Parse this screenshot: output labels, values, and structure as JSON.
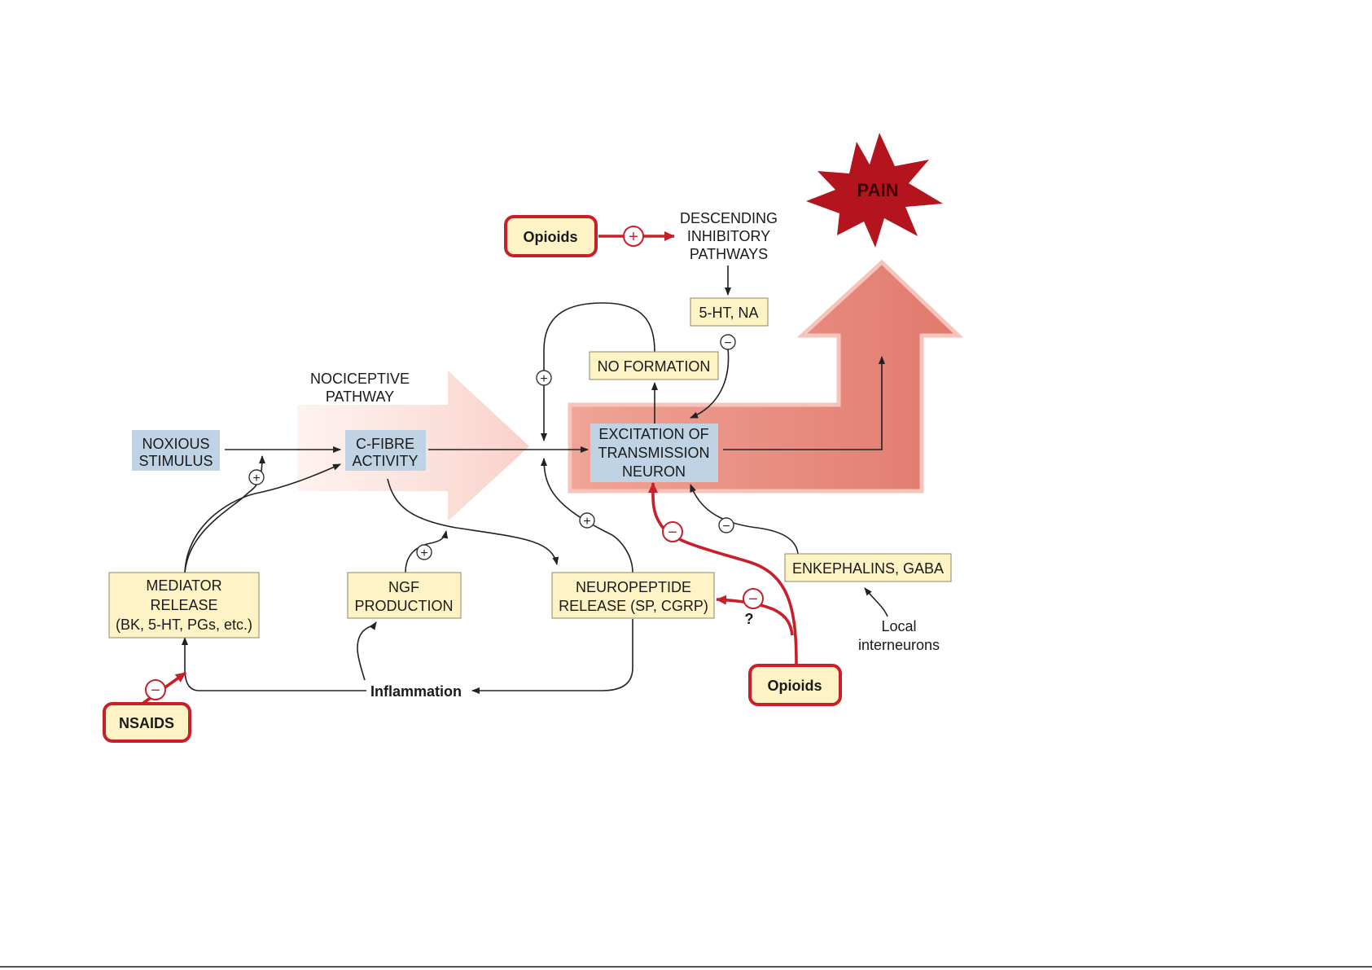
{
  "nodes": {
    "noxious": [
      "NOXIOUS",
      "STIMULUS"
    ],
    "cfibre": [
      "C-FIBRE",
      "ACTIVITY"
    ],
    "excitation": [
      "EXCITATION OF",
      "TRANSMISSION",
      "NEURON"
    ],
    "mediator": [
      "MEDIATOR",
      "RELEASE",
      "(BK, 5-HT, PGs, etc.)"
    ],
    "ngf": [
      "NGF",
      "PRODUCTION"
    ],
    "neuropeptide": [
      "NEUROPEPTIDE",
      "RELEASE (SP, CGRP)"
    ],
    "enkephalins": "ENKEPHALINS, GABA",
    "no_formation": "NO FORMATION",
    "ht_na": "5-HT, NA"
  },
  "labels": {
    "nociceptive": [
      "NOCICEPTIVE",
      "PATHWAY"
    ],
    "descending": [
      "DESCENDING",
      "INHIBITORY",
      "PATHWAYS"
    ],
    "local": [
      "Local",
      "interneurons"
    ],
    "inflammation": "Inflammation",
    "question": "?",
    "pain": "PAIN"
  },
  "drugs": {
    "opioids_top": "Opioids",
    "opioids_bottom": "Opioids",
    "nsaids": "NSAIDS"
  },
  "signs": {
    "plus": "+",
    "minus": "−"
  },
  "colors": {
    "blue_box": "#bfd3e4",
    "yellow_box": "#fdf3c4",
    "drug_border": "#c8202a",
    "pain_star": "#b3141e",
    "big_arrow": "#e8867a"
  }
}
